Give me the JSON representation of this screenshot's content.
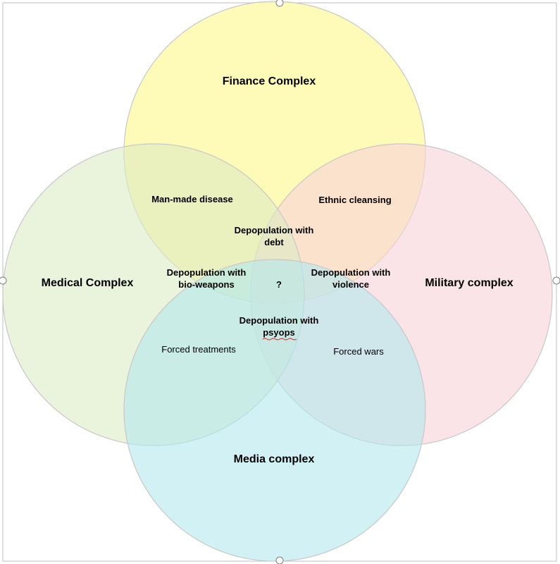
{
  "circles": {
    "finance": {
      "label": "Finance Complex",
      "color": "#fef9a8"
    },
    "medical": {
      "label": "Medical Complex",
      "color": "#dcebc3"
    },
    "military": {
      "label": "Military complex",
      "color": "#f9d3d9"
    },
    "media": {
      "label": "Media complex",
      "color": "#b3e8ee"
    }
  },
  "regions": {
    "man_made_disease": "Man-made disease",
    "ethnic_cleansing": "Ethnic cleansing",
    "depop_debt": [
      "Depopulation with",
      "debt"
    ],
    "depop_bioweapons": [
      "Depopulation with",
      "bio-weapons"
    ],
    "center": "?",
    "depop_violence": [
      "Depopulation with",
      "violence"
    ],
    "depop_psyops": [
      "Depopulation with",
      "psyops"
    ],
    "forced_treatments": "Forced treatments",
    "forced_wars": "Forced wars"
  }
}
